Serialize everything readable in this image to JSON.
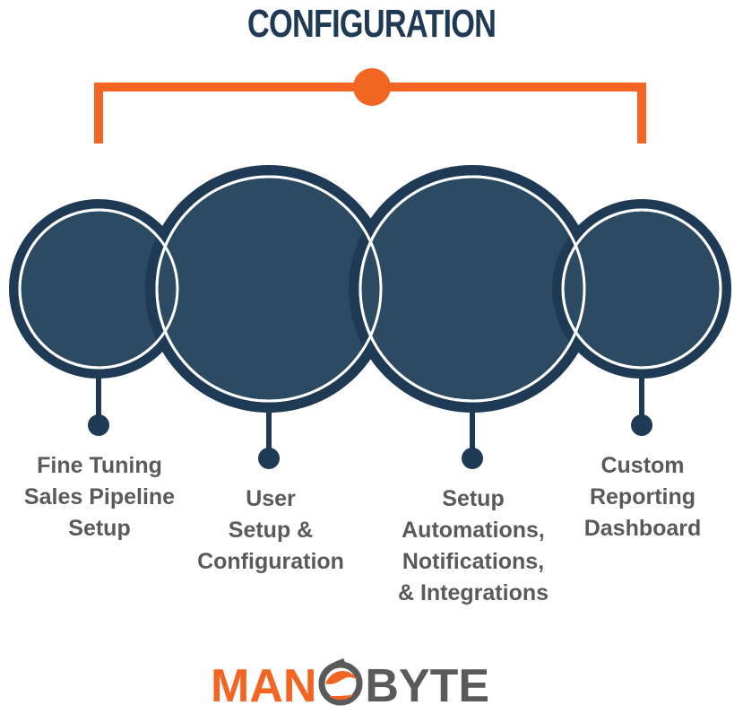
{
  "title": "CONFIGURATION",
  "colors": {
    "navy": "#2d4a63",
    "navy_ring": "#1f3a55",
    "orange": "#f26522",
    "text_gray": "#5a5a5a"
  },
  "steps": [
    {
      "lines": [
        "Fine Tuning",
        "Sales Pipeline",
        "Setup"
      ]
    },
    {
      "lines": [
        "User",
        "Setup &",
        "Configuration"
      ]
    },
    {
      "lines": [
        "Setup",
        "Automations,",
        "Notifications,",
        "& Integrations"
      ]
    },
    {
      "lines": [
        "Custom",
        "Reporting",
        "Dashboard"
      ]
    }
  ],
  "logo": {
    "left": "MAN",
    "right": "BYTE",
    "mark_icon": "fish-icon"
  }
}
